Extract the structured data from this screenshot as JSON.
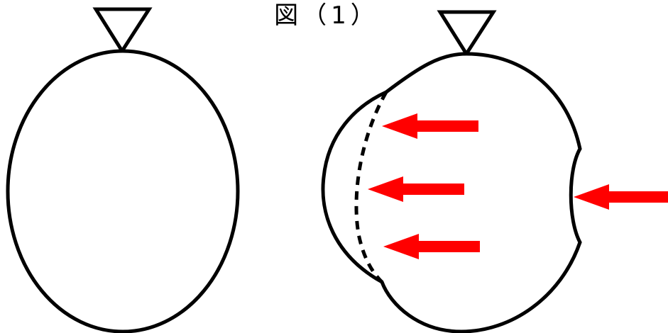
{
  "caption": "図（1）",
  "colors": {
    "outline": "#000000",
    "arrow": "#ff0000",
    "background": "#ffffff"
  },
  "figures": [
    {
      "name": "normal-balloon",
      "description_icon": "balloon-with-triangle-valve"
    },
    {
      "name": "deformed-balloon",
      "description_icon": "balloon-with-dent-and-pressure-arrows"
    }
  ],
  "arrows": {
    "left_group_count": 3,
    "right_group_count": 1
  }
}
